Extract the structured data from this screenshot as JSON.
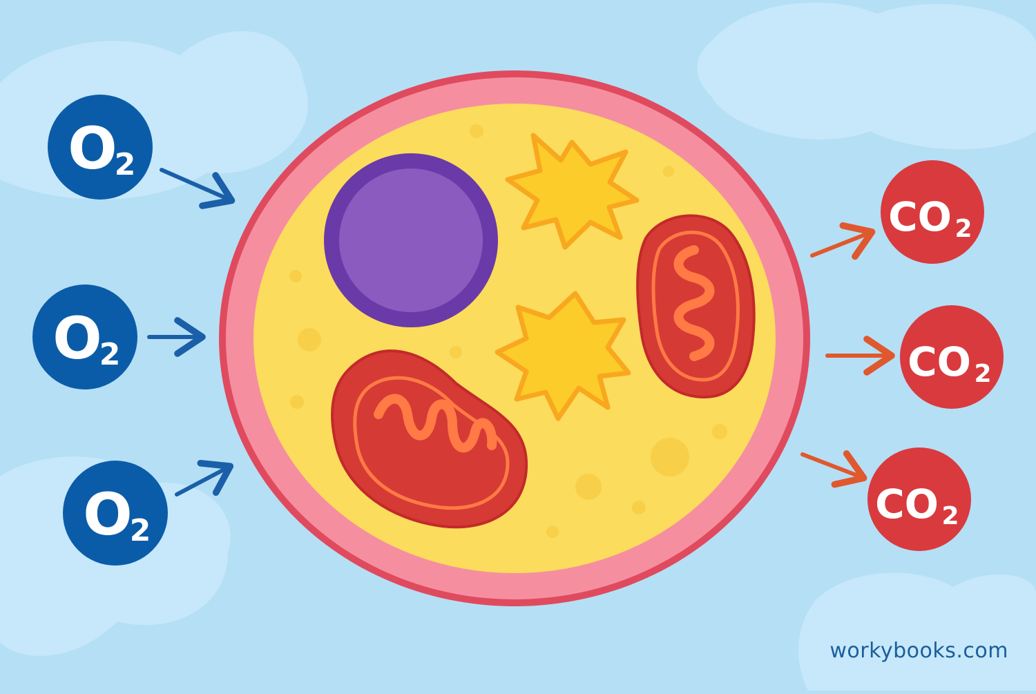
{
  "molecules": {
    "oxygen": {
      "symbol": "O",
      "subscript": "2",
      "color": "#0b5ca8"
    },
    "carbon_dioxide": {
      "symbol": "CO",
      "subscript": "2",
      "color": "#d93a3e"
    }
  },
  "colors": {
    "background": "#b5dff5",
    "membrane_outer": "#e04a5e",
    "membrane_inner": "#f58fa0",
    "cytoplasm": "#fbdc5c",
    "nucleus": "#8b5bbf",
    "nucleus_rim": "#6a3aa8",
    "mitochondrion": "#d63a35",
    "mitochondrion_fold": "#ff7a45",
    "star_fill": "#fccc2a",
    "star_stroke": "#f8a81f",
    "arrow_in": "#1a5fa8",
    "arrow_out": "#e0582d"
  },
  "watermark": "workybooks.com"
}
